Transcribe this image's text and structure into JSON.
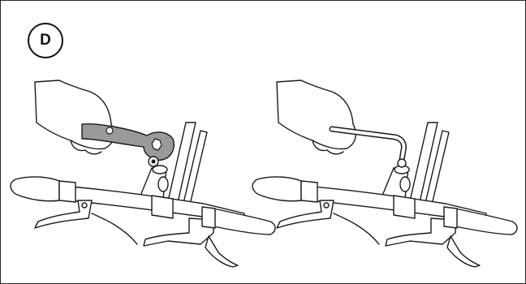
{
  "step": {
    "label": "D"
  },
  "colors": {
    "line": "#1a1a1a",
    "wrench_fill": "#9a9a9a",
    "background": "#ffffff"
  },
  "panels": [
    {
      "tool": "spanner-wrench",
      "description_icon": "wrench-icon"
    },
    {
      "tool": "hex-key",
      "description_icon": "allen-key-icon"
    }
  ]
}
